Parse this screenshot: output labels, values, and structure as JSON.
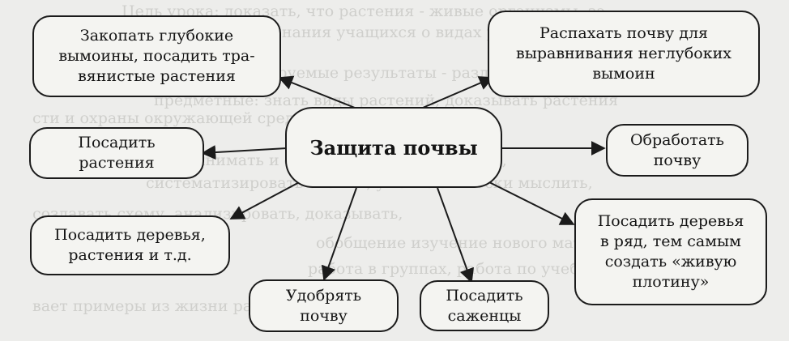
{
  "background_text": [
    "Цель урока: доказать, что растения - живые организмы, за-",
    "крепить знания учащихся о видах растений и охране",
    "II. Планируемые результаты - различать растения",
    "предметные: знать виды растений, доказывать растения",
    "сти и охраны окружающей среды;",
    "познавательные: принимать и сохранять учебную задачу,",
    "систематизировать знания, уметь логически мыслить,",
    "создавать схему, анализировать, доказывать,",
    "обобщение изучение нового материала",
    "работа в группах, работа по учебнику",
    "вает примеры из жизни растений"
  ],
  "diagram": {
    "center": "Защита почвы",
    "nodes": {
      "top_left": "Закопать глубокие\nвымоины, посадить тра-\nвянистые растения",
      "top_right": "Распахать почву для\nвыравнивания неглубоких\nвымоин",
      "mid_left": "Посадить\nрастения",
      "mid_right": "Обработать\nпочву",
      "low_left": "Посадить деревья,\nрастения и т.д.",
      "low_right": "Посадить деревья\nв ряд, тем самым\nсоздать «живую\nплотину»",
      "bottom_left": "Удобрять\nпочву",
      "bottom_right": "Посадить\nсаженцы"
    }
  },
  "colors": {
    "stroke": "#1b1b1b",
    "box_fill": "#f4f4f1",
    "paper": "#ededeb"
  }
}
